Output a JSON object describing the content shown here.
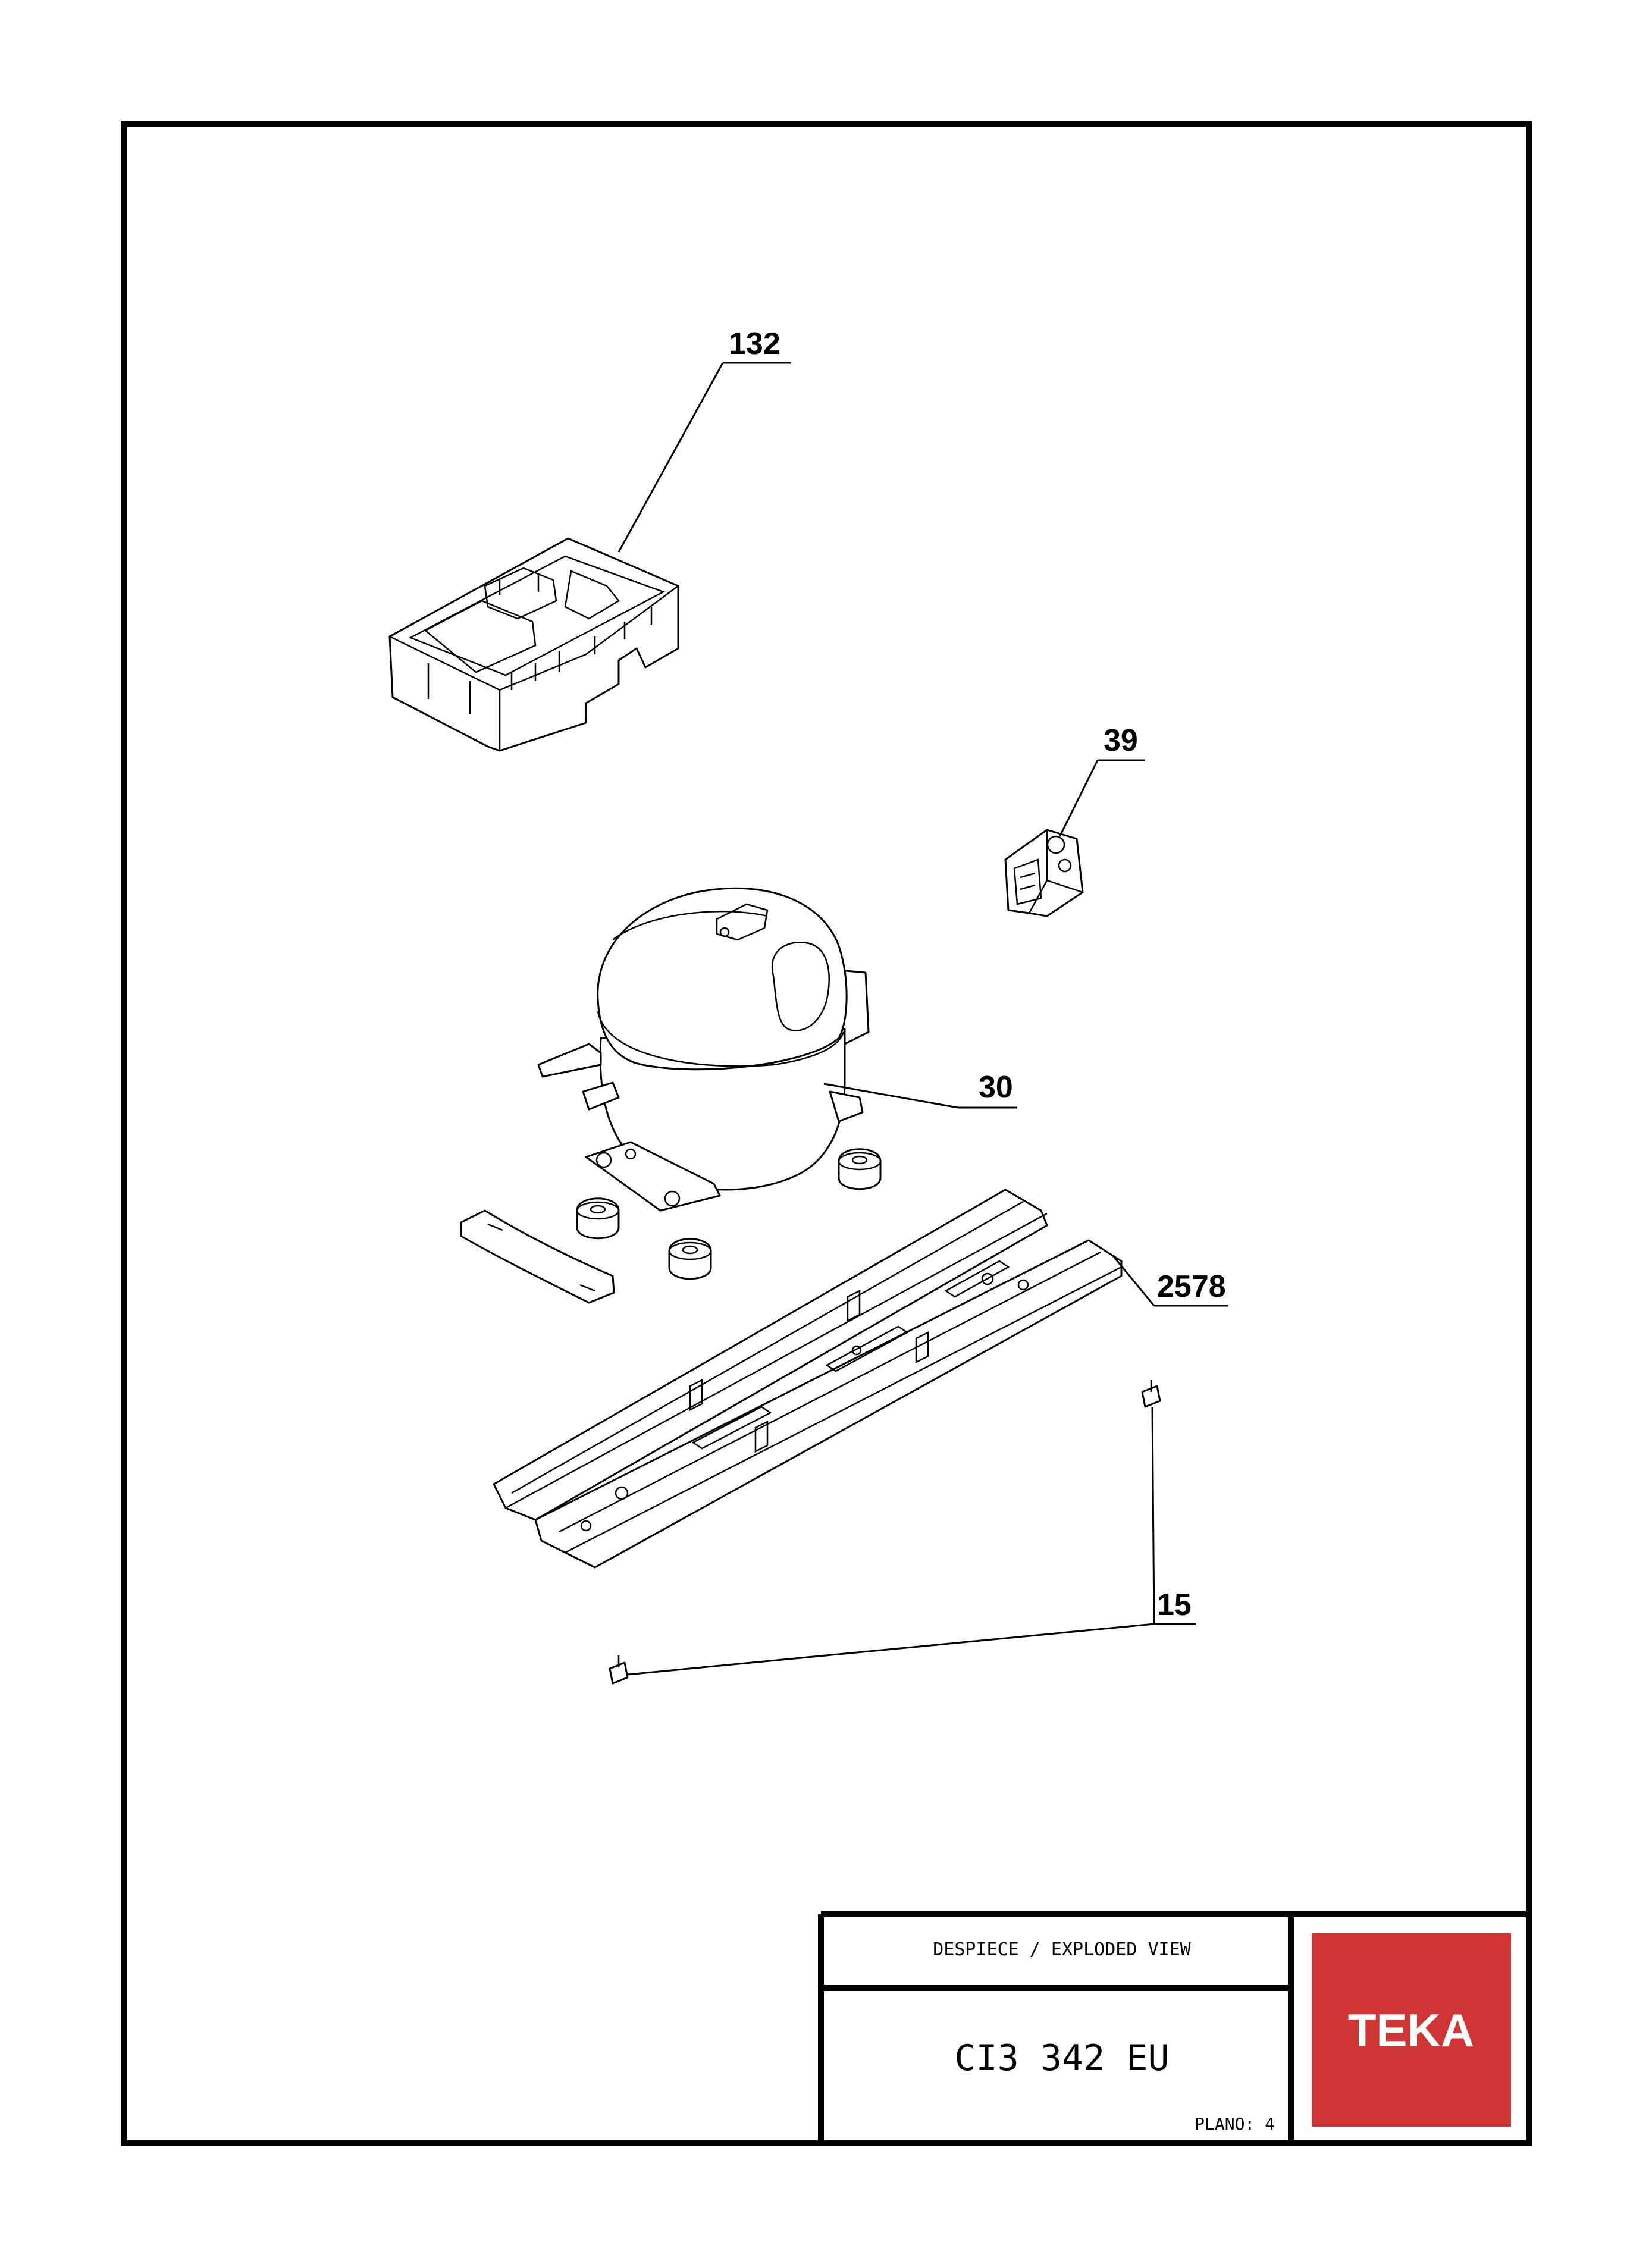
{
  "callouts": {
    "part_132": "132",
    "part_39": "39",
    "part_30": "30",
    "part_2578": "2578",
    "part_15": "15"
  },
  "title_block": {
    "header": "DESPIECE / EXPLODED VIEW",
    "model": "CI3 342 EU",
    "plano": "PLANO: 4"
  },
  "logo": {
    "text": "TEKA",
    "color": "#cf3535"
  }
}
